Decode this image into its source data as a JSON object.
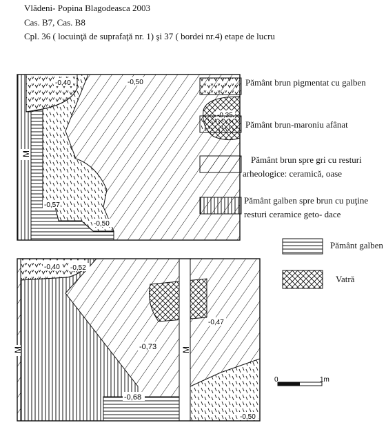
{
  "header": {
    "line1": "Vlădeni- Popina Blagodeasca 2003",
    "line2": "Cas. B7, Cas. B8",
    "line3": "Cpl. 36 ( locuinţă de suprafaţă nr. 1) şi 37 ( bordei nr.4) etape de lucru"
  },
  "plan_top": {
    "labels": {
      "d1": "-0,40",
      "d2": "-0,50",
      "d3": "-0,35",
      "d4": "-0,57",
      "d5": "-0,50",
      "m": "M"
    }
  },
  "plan_bottom": {
    "labels": {
      "d1": "-0,40",
      "d2": "-0,52",
      "d3": "-0,73",
      "d4": "-0,47",
      "d5": "-0,68",
      "d6": "-0,50",
      "m1": "M",
      "m2": "M"
    }
  },
  "legend": {
    "l1": "Pământ brun pigmentat cu galben",
    "l2": "Pământ brun-maroniu afânat",
    "l3a": "Pământ brun spre gri cu resturi",
    "l3b": "arheologice: ceramică, oase",
    "l4a": "Pământ galben spre brun cu puţine",
    "l4b": "resturi ceramice geto- dace",
    "l5": "Pământ galben",
    "l6": "Vatră"
  },
  "scale": {
    "start": "0",
    "end": "1m"
  }
}
